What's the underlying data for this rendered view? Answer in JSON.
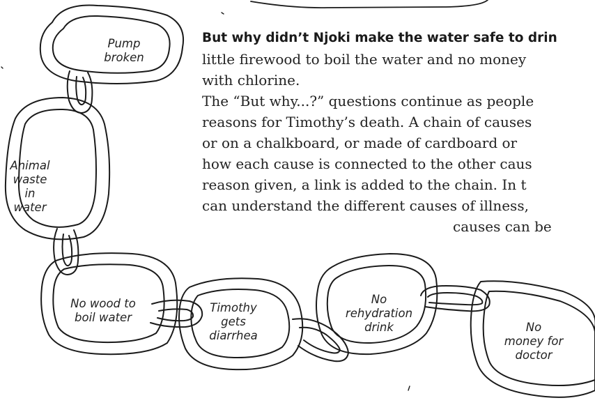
{
  "article": {
    "heading": "But why didn’t Njoki make the water safe to drin",
    "para1_line1": "little firewood to boil the water and no money",
    "para1_line2": "with chlorine.",
    "para2_line1": "The “But why...?” questions continue as people",
    "para2_line2": "reasons for Timothy’s death. A chain of causes",
    "para2_line3": "or on a chalkboard, or made of cardboard or",
    "para2_line4": "how each cause is connected to the other caus",
    "para2_line5": "reason given, a link is added to the chain. In t",
    "para2_line6": "can understand the different causes of illness,",
    "para2_line7": "causes can be"
  },
  "chain": {
    "pump": [
      "Pump",
      "broken"
    ],
    "animal": [
      "Animal",
      "waste",
      "in",
      "water"
    ],
    "wood": [
      "No wood to",
      "boil water"
    ],
    "timothy": [
      "Timothy",
      "gets",
      "diarrhea"
    ],
    "rehydration": [
      "No",
      "rehydration",
      "drink"
    ],
    "money": [
      "No",
      "money for",
      "doctor"
    ]
  }
}
